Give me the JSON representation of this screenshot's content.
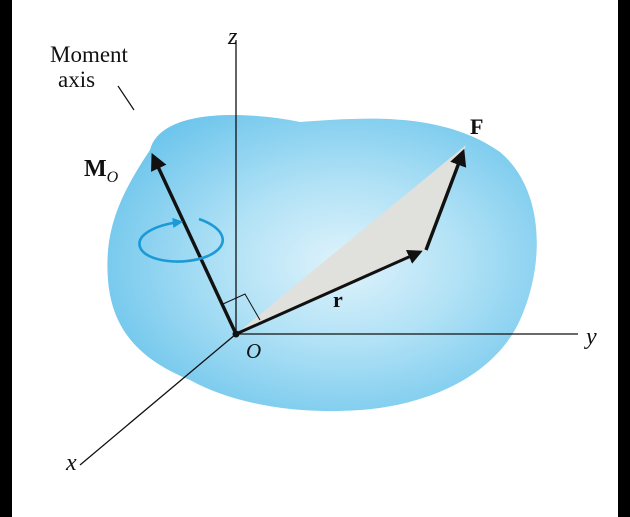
{
  "labels": {
    "moment_line1": "Moment",
    "moment_line2": "axis",
    "z_axis": "z",
    "y_axis": "y",
    "x_axis": "x",
    "origin": "O",
    "force": "F",
    "position": "r",
    "moment_main": "M",
    "moment_sub": "O"
  },
  "colors": {
    "background_frame": "#000000",
    "panel": "#ffffff",
    "blob": "#6fc6ec",
    "circulation_arrow": "#1a9ad6",
    "triangle_fill": "#e0e0dc",
    "ink": "#111111"
  },
  "icons": {
    "circulation": "rotation-arrow-icon",
    "right_angle": "right-angle-marker-icon"
  }
}
